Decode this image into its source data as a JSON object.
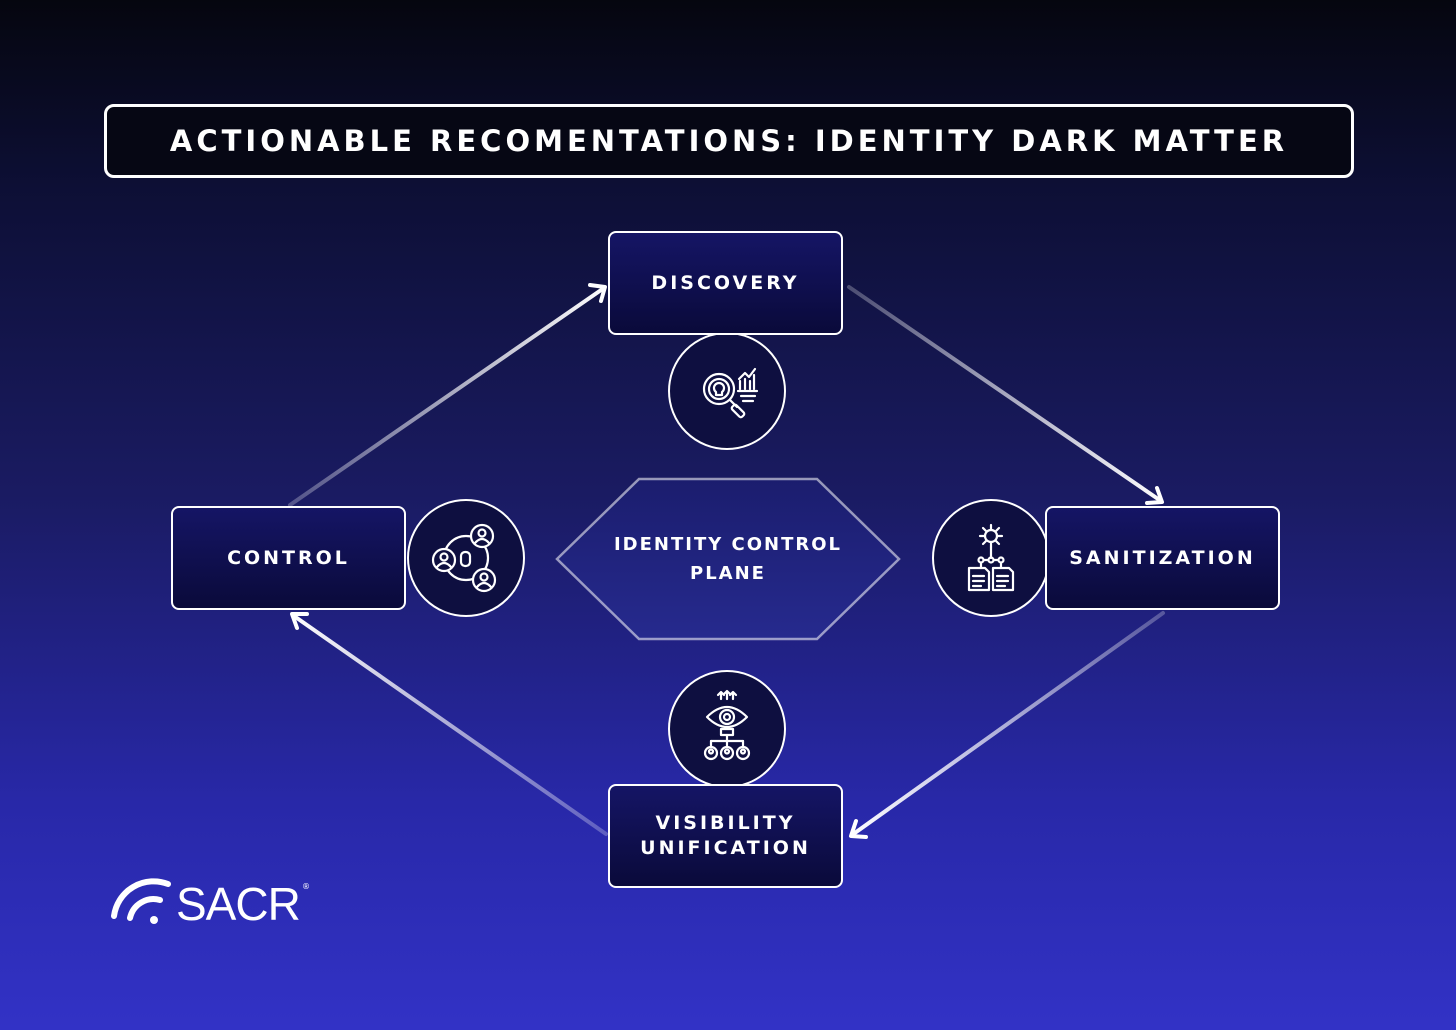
{
  "title": "ACTIONABLE RECOMENTATIONS: IDENTITY DARK MATTER",
  "center": {
    "label": "IDENTITY CONTROL\nPLANE"
  },
  "nodes": {
    "discovery": {
      "label": "DISCOVERY",
      "icon": "magnifier-lightbulb-chart-icon"
    },
    "sanitization": {
      "label": "SANITIZATION",
      "icon": "gear-documents-icon"
    },
    "visibility": {
      "label": "VISIBILITY\nUNIFICATION",
      "icon": "eye-org-chart-icon"
    },
    "control": {
      "label": "CONTROL",
      "icon": "users-network-icon"
    }
  },
  "flow": [
    "DISCOVERY",
    "SANITIZATION",
    "VISIBILITY\nUNIFICATION",
    "CONTROL"
  ],
  "logo": {
    "text": "SACR",
    "registered": "®",
    "icon": "wifi-signal-icon"
  },
  "colors": {
    "background_top": "#05060f",
    "background_bottom": "#3232c6",
    "node_fill": "#0f105a",
    "stroke": "#ffffff"
  }
}
